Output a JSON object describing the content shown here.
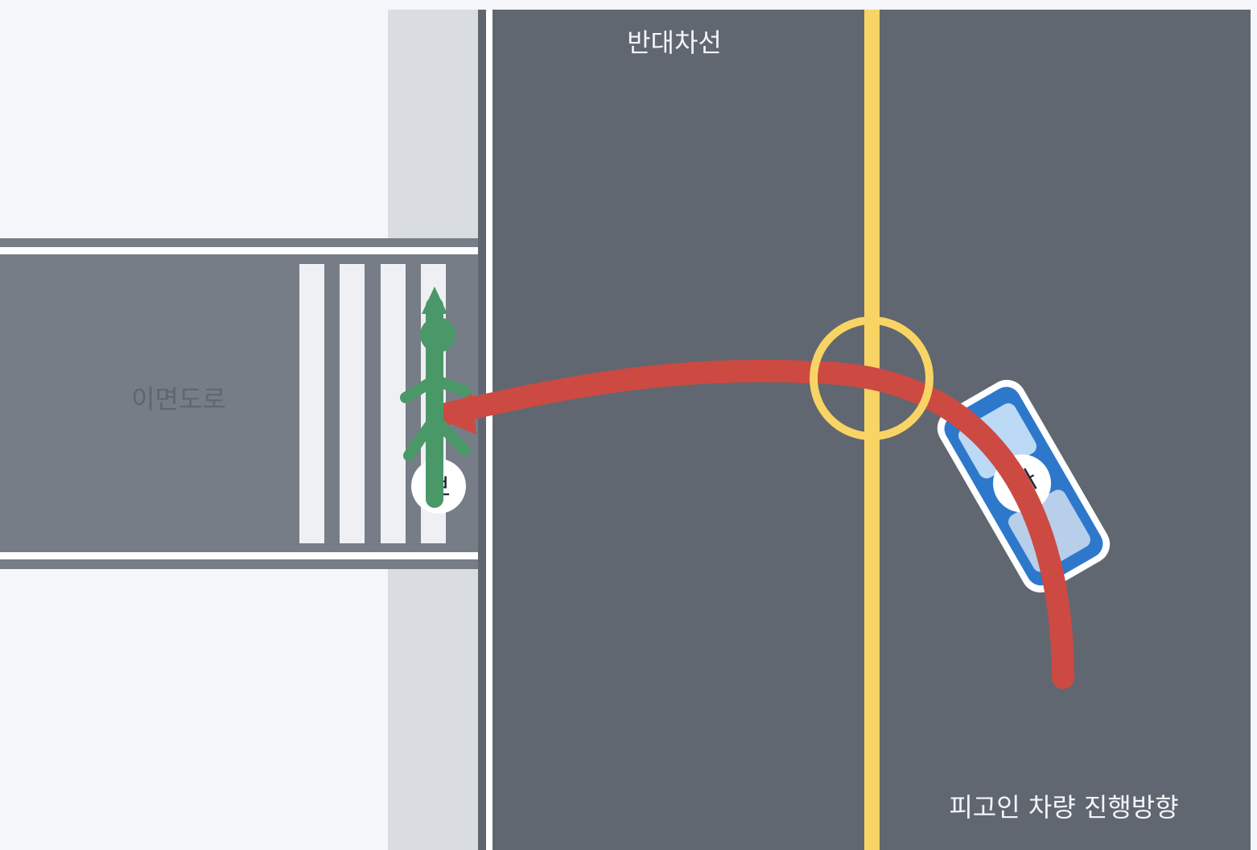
{
  "labels": {
    "opposite_lane": "반대차선",
    "side_road": "이면도로",
    "defendant_direction": "피고인 차량 진행방향"
  },
  "markers": {
    "vehicle": "가",
    "pedestrian": "보"
  },
  "colors": {
    "background": "#f4f6fa",
    "main_road": "#616770",
    "side_road": "#767d87",
    "sidewalk": "#d9dce1",
    "center_line": "#f8d464",
    "path_arrow": "#cc4a42",
    "conflict_circle": "#f8d464",
    "vehicle_body": "#2e78cc",
    "vehicle_glass": "#bcd9f5",
    "pedestrian": "#4a9868",
    "crosswalk": "#eef0f4"
  },
  "icons": {
    "pedestrian": "walking-person-icon",
    "vehicle": "car-icon"
  }
}
